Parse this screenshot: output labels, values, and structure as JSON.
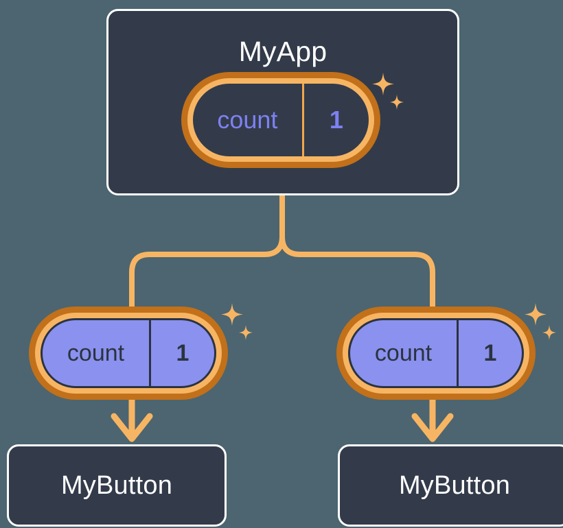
{
  "diagram": {
    "title": "MyApp",
    "background_color": "#4c6570",
    "card_color": "#333b4a",
    "card_border_color": "#ffffff",
    "accent_orange_light": "#f7b563",
    "accent_orange_dark": "#c2701a",
    "state_purple": "#8b91ee",
    "state_text_purple": "#7d81f2",
    "dark_text": "#2b3340"
  },
  "root": {
    "label": "MyApp",
    "state": {
      "key": "count",
      "value": "1",
      "sparkle": "sparkle-icon"
    }
  },
  "children": [
    {
      "state": {
        "key": "count",
        "value": "1",
        "sparkle": "sparkle-icon"
      },
      "label": "MyButton"
    },
    {
      "state": {
        "key": "count",
        "value": "1",
        "sparkle": "sparkle-icon"
      },
      "label": "MyButton"
    }
  ],
  "connectors": {
    "style": "rounded-tree",
    "color": "#f7b563",
    "arrow_icon": "arrow-down-icon"
  }
}
